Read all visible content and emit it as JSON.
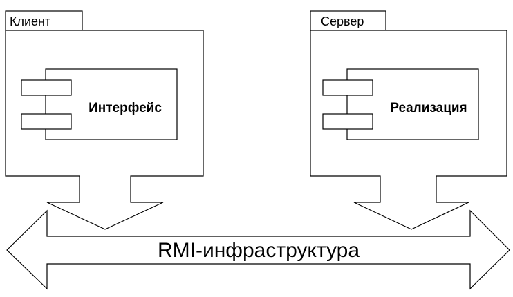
{
  "client": {
    "package_label": "Клиент",
    "component_label": "Интерфейс"
  },
  "server": {
    "package_label": "Сервер",
    "component_label": "Реализация"
  },
  "infrastructure": {
    "label": "RMI-инфраструктура"
  },
  "colors": {
    "stroke": "#000000",
    "fill": "#ffffff"
  }
}
